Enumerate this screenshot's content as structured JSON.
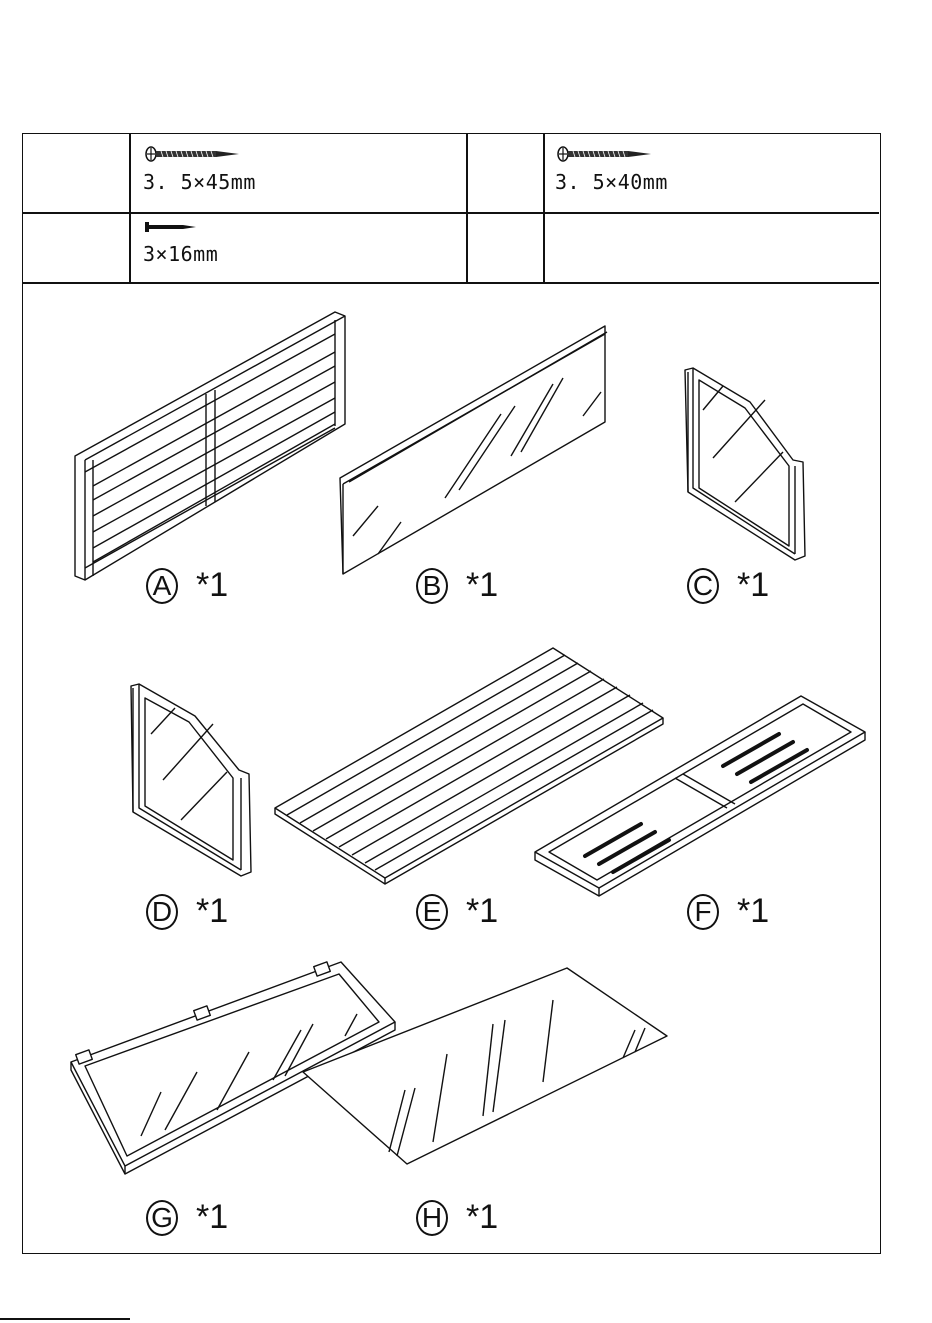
{
  "hardware": [
    {
      "spec": "3. 5×45mm",
      "icon": "long-screw-icon"
    },
    {
      "spec": "3. 5×40mm",
      "icon": "long-screw-icon"
    },
    {
      "spec": "3×16mm",
      "icon": "short-nail-icon"
    }
  ],
  "parts": [
    {
      "letter": "A",
      "qty": "*1"
    },
    {
      "letter": "B",
      "qty": "*1"
    },
    {
      "letter": "C",
      "qty": "*1"
    },
    {
      "letter": "D",
      "qty": "*1"
    },
    {
      "letter": "E",
      "qty": "*1"
    },
    {
      "letter": "F",
      "qty": "*1"
    },
    {
      "letter": "G",
      "qty": "*1"
    },
    {
      "letter": "H",
      "qty": "*1"
    }
  ],
  "colors": {
    "ink": "#111111",
    "paper": "#ffffff"
  }
}
